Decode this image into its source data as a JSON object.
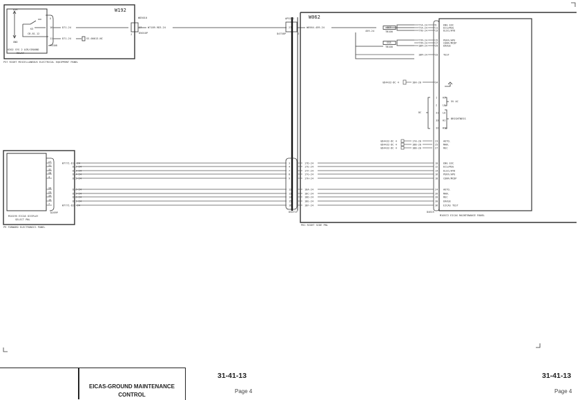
{
  "top_left_panel": {
    "harness": "W192",
    "relay_labels": {
      "air": "AIR",
      "gnd": "GND",
      "k": "K3",
      "ref": "CB-81-12"
    },
    "relay_name": [
      "K302 SYS 2 AIR/GROUND",
      "RELAY"
    ],
    "pins": [
      "X",
      "10",
      "11"
    ],
    "wires": [
      "D71-24",
      "D71-24"
    ],
    "splice": "SS-00013-NC",
    "ground": "CSG08",
    "connector": "WD5010",
    "connector_sub": "D5010P",
    "connector_pin": "27",
    "connector_j": "J",
    "out_wire": "W7189-9D3-24",
    "panel_label": "P37  RIGHT MISCELLANEOUS ELECTRICAL EQUIPMENT PANEL"
  },
  "mid_connector": {
    "name": "AP5201",
    "pin": "27",
    "sub": "D4758P",
    "j": "J"
  },
  "right_panel": {
    "harness": "W062",
    "in_wire": "W0564-459-24",
    "branch_wire": "459-24",
    "splices": [
      {
        "name": "SS7",
        "sub": "TB100"
      },
      {
        "name": "SS8",
        "sub": "TB100"
      }
    ],
    "top_wires": [
      {
        "wire": "T7A-24",
        "pin": "9",
        "label": "ENG EXC"
      },
      {
        "wire": "T7A-24",
        "pin": "11",
        "label": "ECS/MSG"
      },
      {
        "wire": "T7B-24",
        "pin": "13",
        "label": "ELEC/HYD"
      },
      {
        "wire": "T7M-24",
        "pin": "15",
        "label": "PERF/APU"
      },
      {
        "wire": "T7M-24",
        "pin": "17",
        "label": "CONF/MCDP"
      },
      {
        "wire": "18M-24",
        "pin": "29",
        "label": "ERASE"
      },
      {
        "wire": "18M-24",
        "pin": "33",
        "label": "TEST"
      }
    ],
    "gnd_wire": {
      "src": "GD4432-DC 4",
      "wire": "18A-20",
      "pin": "34"
    },
    "dc_group": {
      "label": "DC",
      "items": [
        {
          "pin": "1",
          "label": "HI"
        },
        {
          "pin": "2",
          "label": "LO"
        },
        {
          "pin": "31",
          "label": "LO"
        },
        {
          "pin": "33",
          "label": "HI"
        },
        {
          "pin": "32",
          "label": "WIQ"
        }
      ],
      "brace1": "5V AC",
      "brace2": "BRIGHTNESS"
    },
    "ground_wires": [
      {
        "src": "GD4432-DC 4",
        "wire": "17A-20",
        "pin": "23",
        "label": "AUTO."
      },
      {
        "src": "GD4432-DC 4",
        "wire": "18B-20",
        "pin": "25",
        "label": "MAN."
      },
      {
        "src": "GD4432-DC 4",
        "wire": "18B-20",
        "pin": "27",
        "label": "REC"
      }
    ],
    "bottom_wires": [
      {
        "wire": "17D-24",
        "pin": "10",
        "label": "ENG EXC"
      },
      {
        "wire": "17E-24",
        "pin": "12",
        "label": "ECS/MSG"
      },
      {
        "wire": "17F-24",
        "pin": "14",
        "label": "ELEC/HYD"
      },
      {
        "wire": "17G-24",
        "pin": "16",
        "label": "PERF/APU"
      },
      {
        "wire": "17H-24",
        "pin": "18",
        "label": "CONF/MCDP"
      },
      {
        "wire": "18A-24",
        "pin": "24",
        "label": "AUTO."
      },
      {
        "wire": "18C-24",
        "pin": "26",
        "label": "MAN."
      },
      {
        "wire": "18D-24",
        "pin": "28",
        "label": "REC"
      },
      {
        "wire": "18E-24",
        "pin": "30",
        "label": "ERASE"
      },
      {
        "wire": "18F-24",
        "pin": "36",
        "label": "EICAS TEST"
      }
    ],
    "mid_pins": [
      "3",
      "4",
      "7",
      "8",
      "9",
      "12",
      "13",
      "14",
      "15",
      "16"
    ],
    "mid_sub": "D5071P",
    "panel_sub": "D4619",
    "inner_panel_label": "M10572  EICAS MAINTENANCE PANEL",
    "panel_label": "P61  RIGHT SIDE PNL"
  },
  "bottom_left_panel": {
    "pins": [
      "27",
      "31",
      "32",
      "28",
      "4",
      "26",
      "29",
      "34",
      "15",
      "7"
    ],
    "wires": [
      "W7771-D11-24",
      "D12-24",
      "D13-24",
      "D14-24",
      "D15-24",
      "D16-24",
      "D19-24",
      "D20-24",
      "D21-24",
      "W7771-D22-24"
    ],
    "device": [
      "M10195  EICAS DISPLAY",
      "SELECT PNL"
    ],
    "sub": "D209P",
    "panel_label": "P9  FORWARD ELECTRONICS PANEL"
  },
  "footer": {
    "title_line1": "EICAS-GROUND MAINTENANCE",
    "title_line2": "CONTROL",
    "doc_code_left": "31-41-13",
    "page_left": "Page 4",
    "doc_code_right": "31-41-13",
    "page_right": "Page 4"
  }
}
